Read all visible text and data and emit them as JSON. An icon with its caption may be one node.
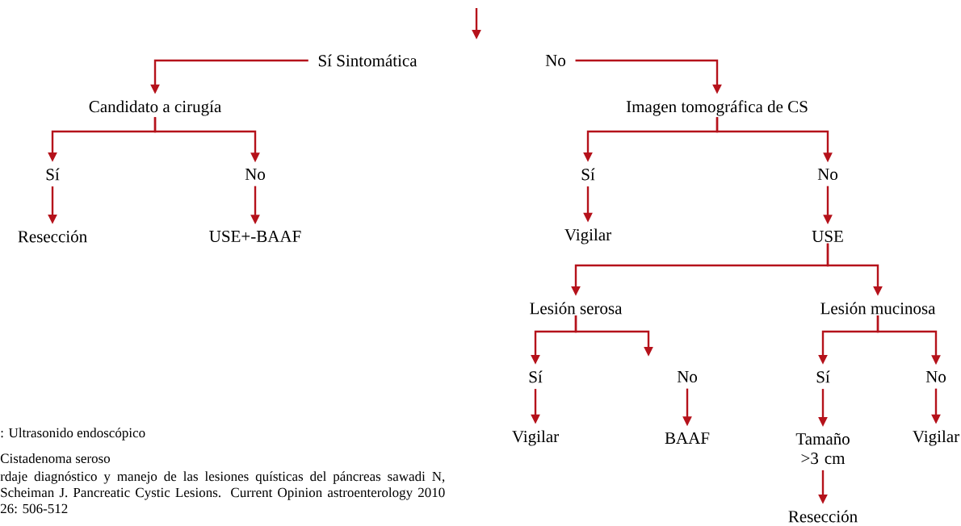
{
  "diagram": {
    "nodes": [
      {
        "text": [
          "Sí Sintomática"
        ]
      },
      {
        "text": [
          "No"
        ]
      },
      {
        "text": [
          "Candidato a cirugía"
        ]
      },
      {
        "text": [
          "Imagen tomográfica de CS"
        ]
      },
      {
        "text": [
          "Sí"
        ]
      },
      {
        "text": [
          "No"
        ]
      },
      {
        "text": [
          "Sí"
        ]
      },
      {
        "text": [
          "No"
        ]
      },
      {
        "text": [
          "Resección"
        ]
      },
      {
        "text": [
          "USE+-BAAF"
        ]
      },
      {
        "text": [
          "Vigilar"
        ]
      },
      {
        "text": [
          "USE"
        ]
      },
      {
        "text": [
          "Lesión serosa"
        ]
      },
      {
        "text": [
          "Lesión mucinosa"
        ]
      },
      {
        "text": [
          "Sí"
        ]
      },
      {
        "text": [
          "No"
        ]
      },
      {
        "text": [
          "Sí"
        ]
      },
      {
        "text": [
          "No"
        ]
      },
      {
        "text": [
          "Vigilar"
        ]
      },
      {
        "text": [
          "BAAF"
        ]
      },
      {
        "text": [
          "Tamaño >3 cm"
        ]
      },
      {
        "text": [
          "Vigilar"
        ]
      },
      {
        "text": [
          "Resección"
        ]
      }
    ],
    "edges": [
      {
        "from": 0,
        "to": 2,
        "arrow": "to"
      },
      {
        "from": 1,
        "to": 3,
        "arrow": "to"
      },
      {
        "from": 2,
        "to": 4,
        "arrow": "to"
      },
      {
        "from": 2,
        "to": 5,
        "arrow": "to"
      },
      {
        "from": 4,
        "to": 8,
        "arrow": "to"
      },
      {
        "from": 5,
        "to": 9,
        "arrow": "to"
      },
      {
        "from": 3,
        "to": 6,
        "arrow": "to"
      },
      {
        "from": 3,
        "to": 7,
        "arrow": "to"
      },
      {
        "from": 6,
        "to": 10,
        "arrow": "to"
      },
      {
        "from": 7,
        "to": 11,
        "arrow": "to"
      },
      {
        "from": 11,
        "to": 12,
        "arrow": "to"
      },
      {
        "from": 11,
        "to": 13,
        "arrow": "to"
      },
      {
        "from": 12,
        "to": 14,
        "arrow": "to"
      },
      {
        "from": 12,
        "to": null,
        "arrow": "to"
      },
      {
        "from": 14,
        "to": 18,
        "arrow": "to"
      },
      {
        "from": 15,
        "to": 19,
        "arrow": "to"
      },
      {
        "from": 13,
        "to": 16,
        "arrow": "to"
      },
      {
        "from": 13,
        "to": 17,
        "arrow": "to"
      },
      {
        "from": 16,
        "to": 20,
        "arrow": "to"
      },
      {
        "from": 17,
        "to": 21,
        "arrow": "to"
      },
      {
        "from": 20,
        "to": 22,
        "arrow": "to"
      }
    ],
    "labels": [
      ": Ultrasonido endoscópico",
      "Cistadenoma seroso",
      "rdaje diagnóstico y manejo de las lesiones quísticas del páncreas sawadi N, Scheiman J. Pancreatic Cystic Lesions. Current Opinion astroenterology 2010 26: 506-512"
    ]
  }
}
